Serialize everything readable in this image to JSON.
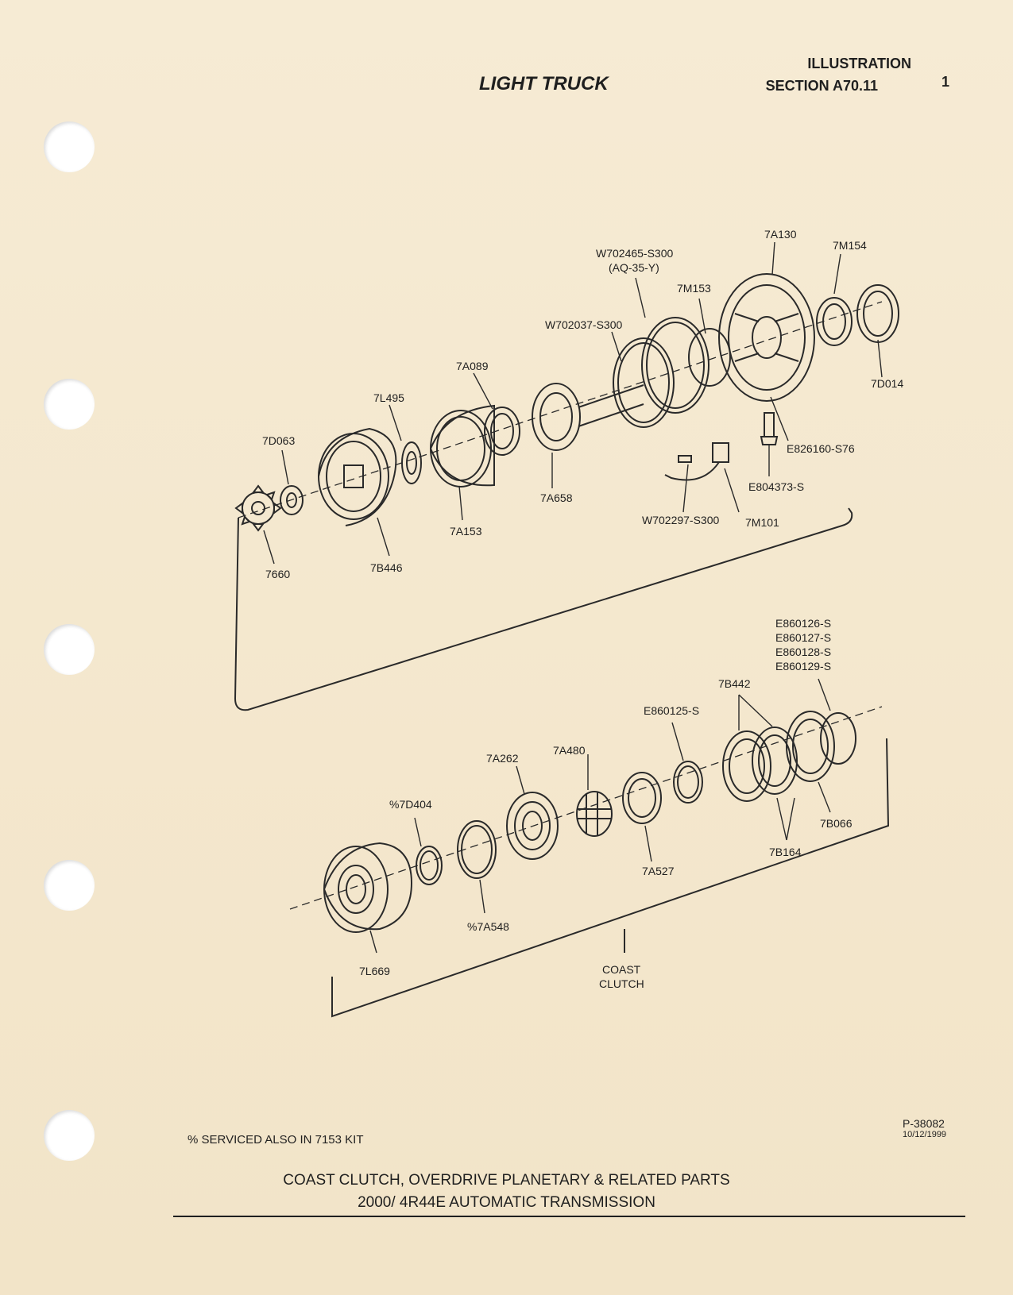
{
  "header": {
    "illustration": "ILLUSTRATION",
    "section": "SECTION A70.11",
    "page": "1",
    "title": "LIGHT TRUCK"
  },
  "labels": {
    "7A130": "7A130",
    "7M154": "7M154",
    "W702465": "W702465-S300",
    "AQ35Y": "(AQ-35-Y)",
    "7M153": "7M153",
    "W702037": "W702037-S300",
    "7D014": "7D014",
    "7A089": "7A089",
    "7L495": "7L495",
    "7D063": "7D063",
    "E826160": "E826160-S76",
    "E804373": "E804373-S",
    "7A658": "7A658",
    "W702297": "W702297-S300",
    "7M101": "7M101",
    "7A153": "7A153",
    "7660": "7660",
    "7B446": "7B446",
    "E860126": "E860126-S",
    "E860127": "E860127-S",
    "E860128": "E860128-S",
    "E860129": "E860129-S",
    "7B442": "7B442",
    "E860125": "E860125-S",
    "7A480": "7A480",
    "7A262": "7A262",
    "7D404": "%7D404",
    "7B066": "7B066",
    "7B164": "7B164",
    "7A527": "7A527",
    "7A548": "%7A548",
    "7L669": "7L669",
    "coast1": "COAST",
    "coast2": "CLUTCH"
  },
  "footnote": "% SERVICED ALSO IN 7153 KIT",
  "part_number": "P-38082",
  "date": "10/12/1999",
  "caption": {
    "line1": "COAST CLUTCH, OVERDRIVE PLANETARY & RELATED PARTS",
    "line2": "2000/ 4R44E AUTOMATIC TRANSMISSION"
  }
}
